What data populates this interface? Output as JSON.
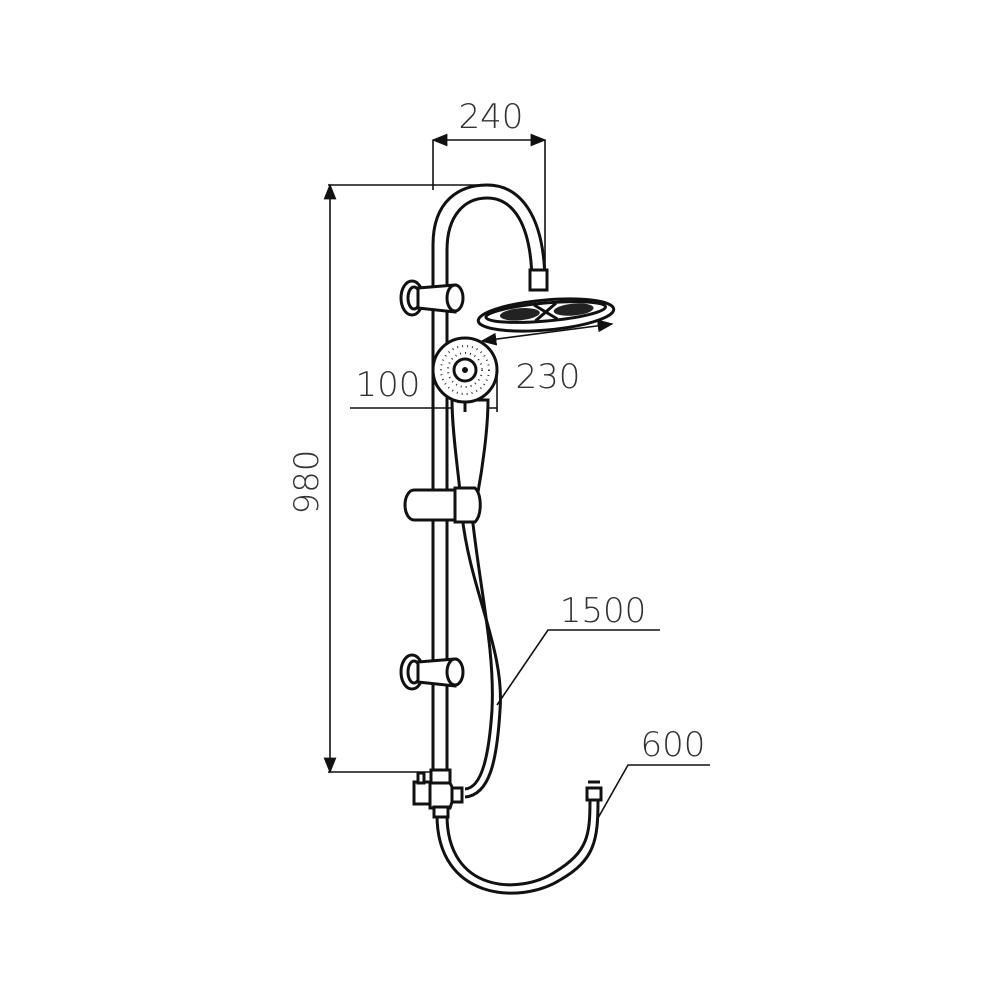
{
  "title": "Shower system dimension drawing",
  "dimensions": {
    "overhead_reach": "240",
    "total_height": "980",
    "hand_shower_diameter": "100",
    "overhead_diameter": "230",
    "hand_hose_length": "1500",
    "supply_hose_length": "600"
  },
  "colors": {
    "line": "#111111",
    "text": "#333333",
    "background": "#ffffff"
  }
}
